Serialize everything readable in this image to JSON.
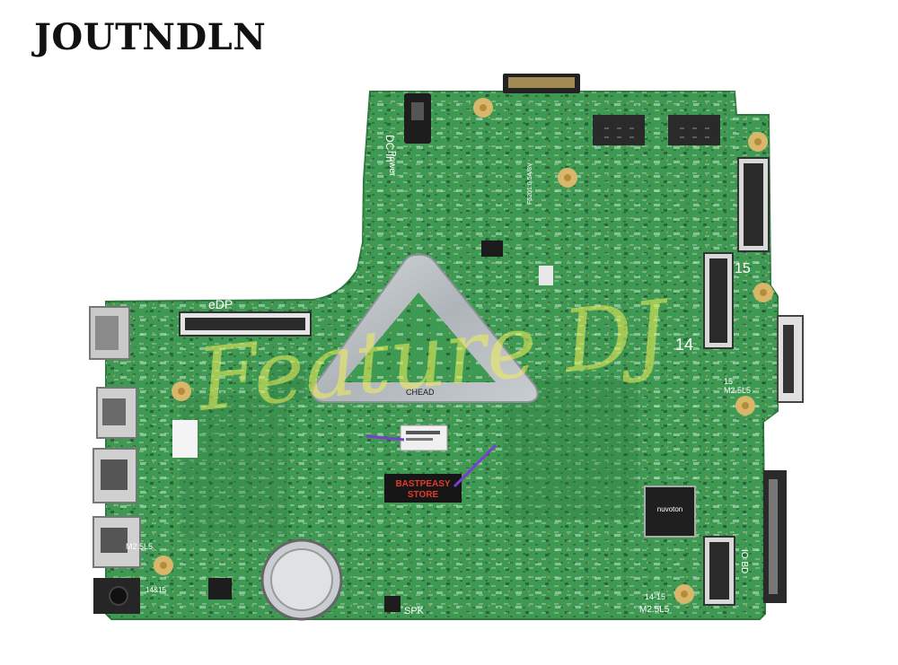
{
  "brand": {
    "text": "JOUTNDLN"
  },
  "watermark": {
    "text": "Feature DJ"
  },
  "sticker": {
    "line1": "BASTPEASY",
    "line2": "STORE"
  },
  "silkscreen": {
    "dc_in": "DC-in",
    "power": "Power",
    "edp": "eDP",
    "fuse1": "F5201:1.1A/24V",
    "fuse2": "F5201:0.5A/8V",
    "heatsink_label": "CHEAD",
    "spk": "SPK",
    "io_bd": "IO BD",
    "n14": "14",
    "n15": "15",
    "m25l5_left": "M2.5L5",
    "m25l5_right": "M2.5L5",
    "m25l5_bottom": "M2.5L5",
    "n1415_left": "14&15",
    "n1415_bottom": "14-15",
    "n15_right": "15"
  },
  "chip_brand": "nuvoton",
  "colors": {
    "pcb": "#3e9a52",
    "pcb_dark": "#2f7f41",
    "heatsink": "#b9bec2",
    "gold": "#d9b76a",
    "port": "#c9c9c9"
  }
}
